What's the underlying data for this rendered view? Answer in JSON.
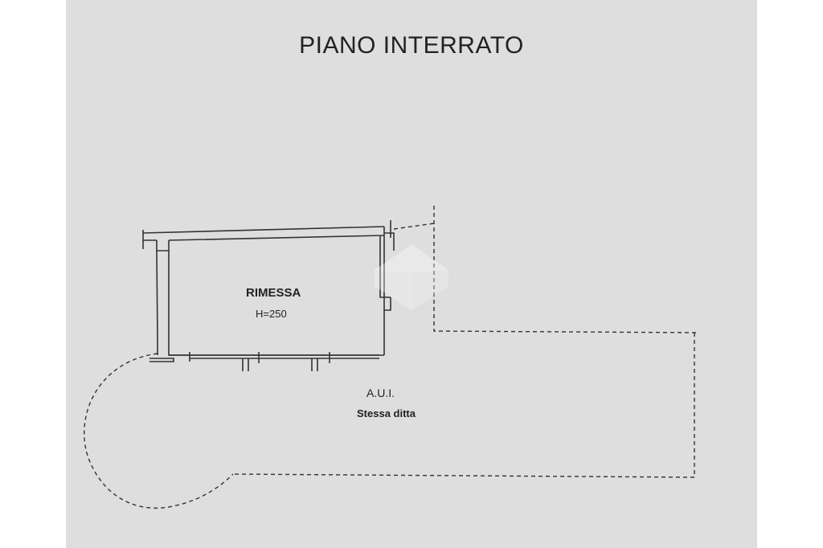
{
  "drawing": {
    "title": "PIANO INTERRATO",
    "room": {
      "name": "RIMESSA",
      "height": "H=250"
    },
    "adjacent": {
      "code": "A.U.I.",
      "owner": "Stessa ditta"
    }
  },
  "colors": {
    "paper": "#dedede",
    "ink": "#333333",
    "background": "#ffffff"
  },
  "icons": {
    "watermark": "house-logo-icon"
  }
}
